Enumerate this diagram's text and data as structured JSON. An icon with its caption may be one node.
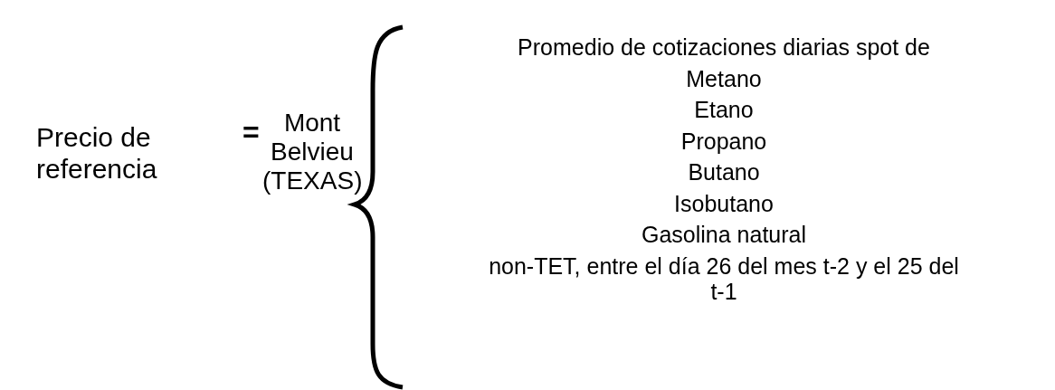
{
  "diagram": {
    "labels": [
      "Precio de referencia",
      "=",
      "Mont Belvieu (TEXAS)",
      "Promedio de cotizaciones diarias spot de",
      "Metano",
      "Etano",
      "Propano",
      "Butano",
      "Isobutano",
      "Gasolina natural",
      "non-TET, entre el día 26 del mes t-2 y el 25 del t-1"
    ]
  }
}
